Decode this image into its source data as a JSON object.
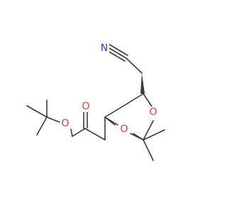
{
  "molecule": {
    "atoms": {
      "n_nitrile": {
        "label": "N",
        "color": "#2f3fd1"
      },
      "o_carbonyl": {
        "label": "O",
        "color": "#e23b3b"
      },
      "o_ester": {
        "label": "O",
        "color": "#e23b3b"
      },
      "o_ring_right": {
        "label": "O",
        "color": "#e23b3b"
      },
      "o_ring_left": {
        "label": "O",
        "color": "#e23b3b"
      }
    },
    "stereo": {
      "c6": "wedge"
    }
  }
}
